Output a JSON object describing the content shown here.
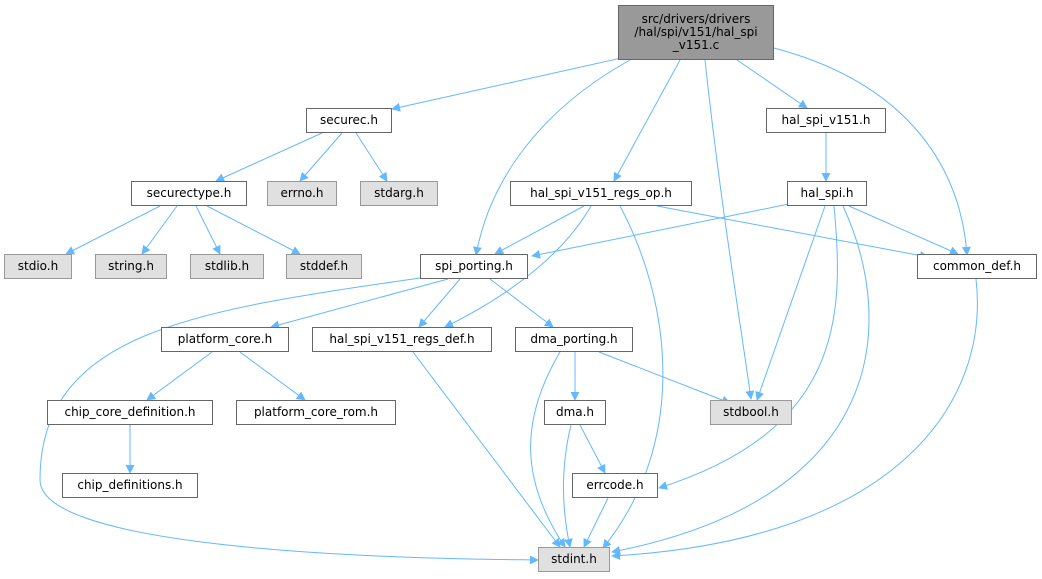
{
  "graph": {
    "title": "Include dependency graph",
    "root": "src/drivers/drivers\n/hal/spi/v151/hal_spi\n_v151.c",
    "nodes": {
      "securec": "securec.h",
      "hal_spi_v151_h": "hal_spi_v151.h",
      "securectype": "securectype.h",
      "errno": "errno.h",
      "stdarg": "stdarg.h",
      "regs_op": "hal_spi_v151_regs_op.h",
      "hal_spi": "hal_spi.h",
      "stdio": "stdio.h",
      "string": "string.h",
      "stdlib": "stdlib.h",
      "stddef": "stddef.h",
      "spi_porting": "spi_porting.h",
      "common_def": "common_def.h",
      "platform_core": "platform_core.h",
      "regs_def": "hal_spi_v151_regs_def.h",
      "dma_porting": "dma_porting.h",
      "chip_core_def": "chip_core_definition.h",
      "platform_core_rom": "platform_core_rom.h",
      "dma": "dma.h",
      "stdbool": "stdbool.h",
      "chip_definitions": "chip_definitions.h",
      "errcode": "errcode.h",
      "stdint": "stdint.h"
    }
  },
  "colors": {
    "edge": "#63b8ff",
    "node_border": "#666666",
    "system_fill": "#e0e0e0",
    "root_fill": "#999999"
  }
}
